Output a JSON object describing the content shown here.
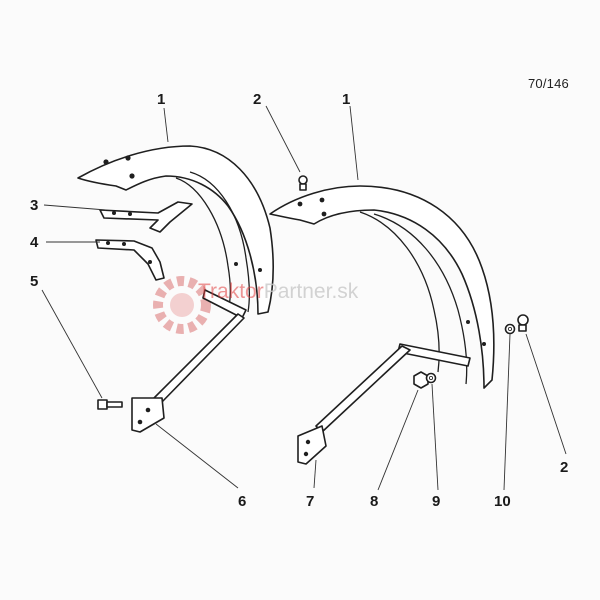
{
  "sheet": {
    "page_ref": "70/146"
  },
  "watermark": {
    "part_a": "Traktor",
    "part_b": "Partner.sk"
  },
  "callouts": [
    "1",
    "2",
    "1",
    "3",
    "4",
    "5",
    "6",
    "7",
    "8",
    "9",
    "10",
    "2"
  ],
  "colors": {
    "line": "#1f1f1f",
    "watermark_red": "#e04040",
    "watermark_grey": "#c9c9c9"
  }
}
